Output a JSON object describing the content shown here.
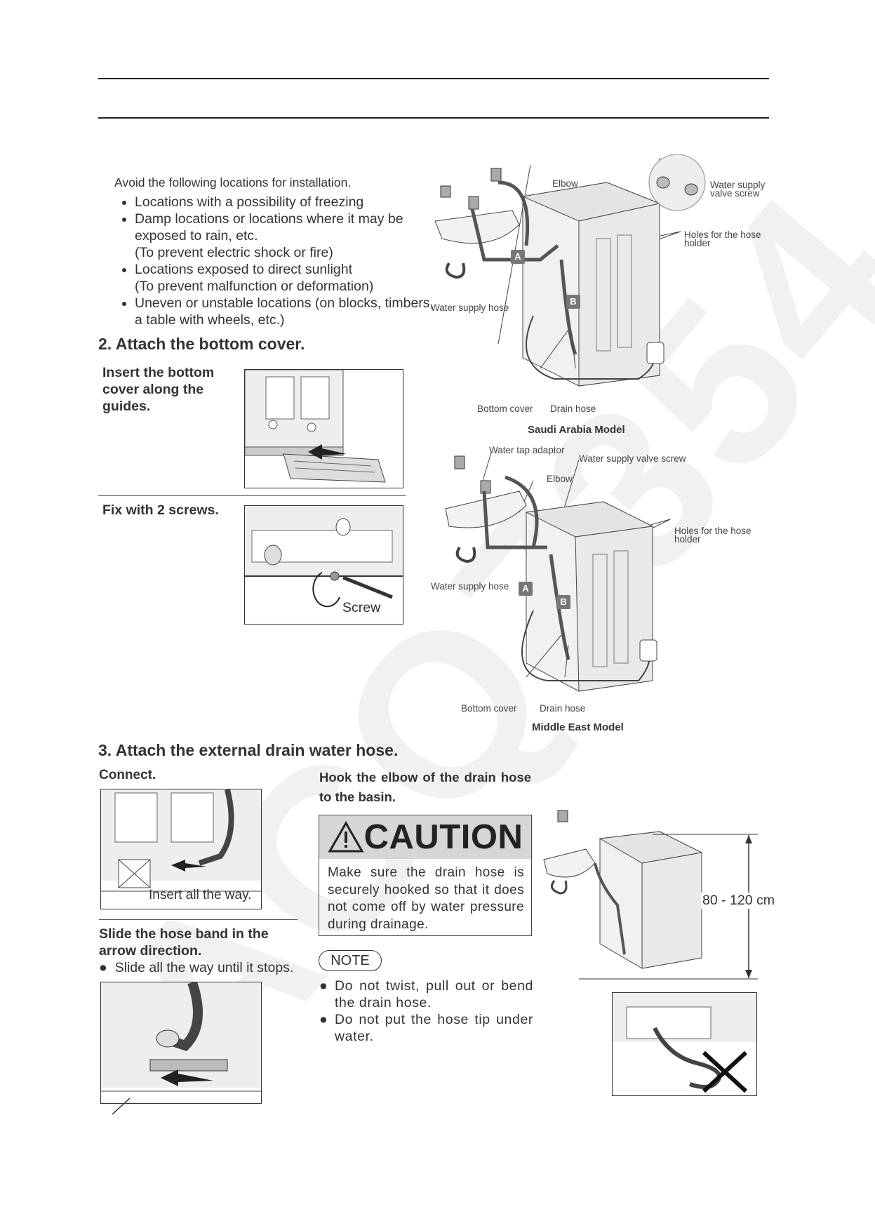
{
  "intro": "Avoid the following locations for installation.",
  "locations": [
    {
      "line": "Locations with a possibility of freezing",
      "sub": ""
    },
    {
      "line": "Damp locations or locations where it may be exposed to rain, etc.",
      "sub": "(To prevent electric shock or fire)"
    },
    {
      "line": "Locations exposed to direct sunlight",
      "sub": "(To prevent malfunction or deformation)"
    },
    {
      "line": "Uneven or unstable locations (on blocks, timbers, a table with wheels, etc.)",
      "sub": ""
    }
  ],
  "section2": {
    "title": "2. Attach the bottom cover.",
    "step1": "Insert the bottom cover along the guides.",
    "step2": "Fix with 2 screws.",
    "screw_label": "Screw"
  },
  "saudi": {
    "elbow": "Elbow",
    "water_supply_valve_screw": "Water supply valve screw",
    "holes": "Holes for the hose holder",
    "water_supply_hose": "Water supply hose",
    "bottom_cover": "Bottom cover",
    "drain_hose": "Drain hose",
    "model": "Saudi Arabia Model"
  },
  "middle_east": {
    "water_tap_adaptor": "Water tap adaptor",
    "water_supply_valve_screw": "Water supply valve screw",
    "elbow": "Elbow",
    "holes": "Holes for the hose holder",
    "water_supply_hose": "Water supply hose",
    "bottom_cover": "Bottom cover",
    "drain_hose": "Drain hose",
    "model": "Middle East Model"
  },
  "markers": {
    "a": "A",
    "b": "B"
  },
  "section3": {
    "title": "3. Attach the external drain water hose.",
    "connect": "Connect.",
    "insert_label_1": "Insert",
    "insert_label_2": " all the way.",
    "slide_title": "Slide the hose band in the arrow direction.",
    "slide_bullet": "Slide all the way until it stops.",
    "hook": "Hook the elbow of the drain hose to the basin.",
    "caution_title": "CAUTION",
    "caution_body": "Make sure the drain hose is securely hooked so that it does not come off by water pressure during drainage.",
    "note": "NOTE",
    "notes": [
      "Do not twist, pull out or bend the drain hose.",
      "Do not put the hose tip under water."
    ],
    "height": "80 - 120 cm"
  },
  "watermark": "ACQ7354"
}
